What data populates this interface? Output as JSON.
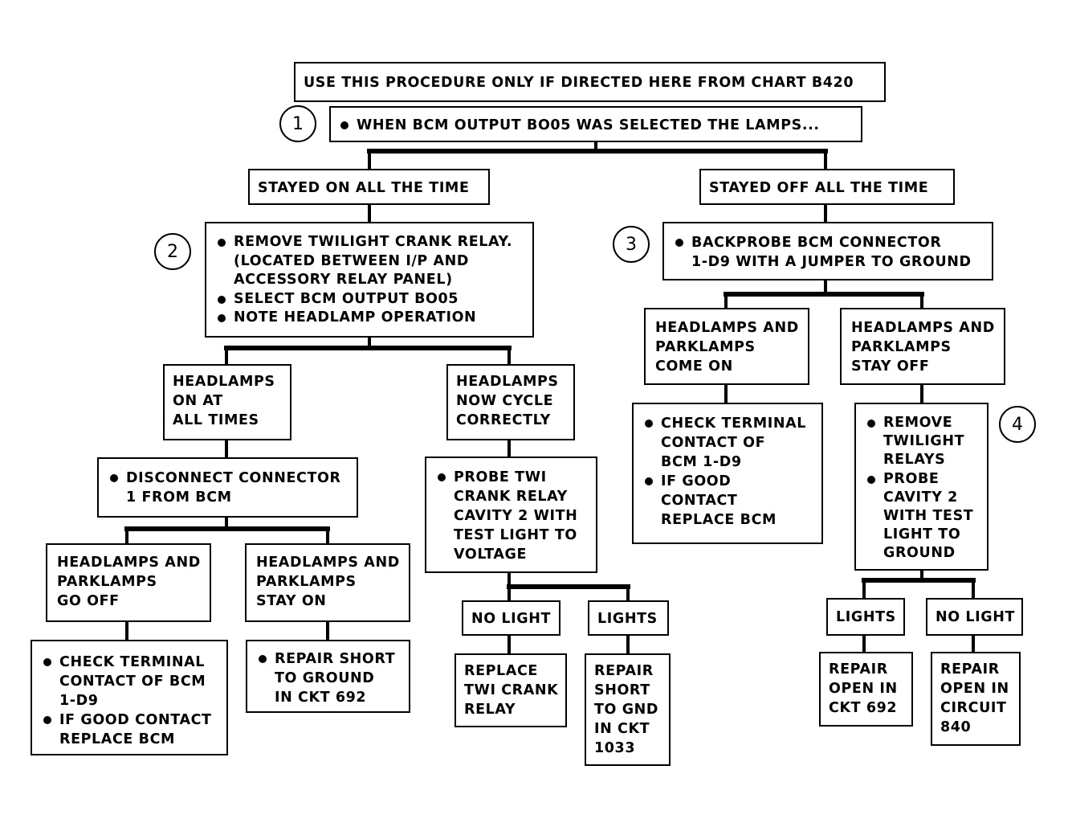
{
  "header": "USE THIS PROCEDURE ONLY IF DIRECTED HERE FROM CHART B420",
  "step_markers": [
    "1",
    "2",
    "3",
    "4"
  ],
  "step1": "WHEN BCM OUTPUT BO05 WAS SELECTED THE LAMPS...",
  "stayed_on": "STAYED ON ALL THE TIME",
  "stayed_off": "STAYED OFF ALL THE TIME",
  "step2": {
    "item1": [
      "REMOVE TWILIGHT CRANK RELAY.",
      "(LOCATED BETWEEN I/P AND",
      "ACCESSORY RELAY PANEL)"
    ],
    "item2": "SELECT BCM OUTPUT BO05",
    "item3": "NOTE HEADLAMP OPERATION"
  },
  "on_at_all_times": [
    "HEADLAMPS",
    "ON AT",
    "ALL TIMES"
  ],
  "now_cycle": [
    "HEADLAMPS",
    "NOW CYCLE",
    "CORRECTLY"
  ],
  "disconnect": [
    "DISCONNECT CONNECTOR",
    "1 FROM BCM"
  ],
  "hp_go_off": [
    "HEADLAMPS AND",
    "PARKLAMPS",
    "GO OFF"
  ],
  "hp_stay_on": [
    "HEADLAMPS AND",
    "PARKLAMPS",
    "STAY ON"
  ],
  "check_left": {
    "item1": [
      "CHECK TERMINAL",
      "CONTACT OF BCM",
      "1-D9"
    ],
    "item2": [
      "IF GOOD CONTACT",
      "REPLACE BCM"
    ]
  },
  "repair_short_692": [
    "REPAIR SHORT",
    "TO GROUND",
    "IN CKT 692"
  ],
  "probe_twi": [
    "PROBE TWI",
    "CRANK RELAY",
    "CAVITY 2 WITH",
    "TEST LIGHT TO",
    "VOLTAGE"
  ],
  "no_light_mid": "NO LIGHT",
  "lights_mid": "LIGHTS",
  "replace_twi": [
    "REPLACE",
    "TWI CRANK",
    "RELAY"
  ],
  "repair_short_1033": [
    "REPAIR",
    "SHORT",
    "TO GND",
    "IN CKT",
    "1033"
  ],
  "step3": [
    "BACKPROBE BCM CONNECTOR",
    "1-D9 WITH A JUMPER TO GROUND"
  ],
  "hp_come_on": [
    "HEADLAMPS AND",
    "PARKLAMPS",
    "COME ON"
  ],
  "hp_stay_off": [
    "HEADLAMPS AND",
    "PARKLAMPS",
    "STAY OFF"
  ],
  "check_right": {
    "item1": [
      "CHECK TERMINAL",
      "CONTACT OF",
      "BCM 1-D9"
    ],
    "item2": [
      "IF GOOD",
      "CONTACT",
      "REPLACE BCM"
    ]
  },
  "step4": {
    "item1": [
      "REMOVE",
      "TWILIGHT",
      "RELAYS"
    ],
    "item2": [
      "PROBE",
      "CAVITY 2",
      "WITH TEST",
      "LIGHT TO",
      "GROUND"
    ]
  },
  "lights_right": "LIGHTS",
  "no_light_right": "NO LIGHT",
  "repair_open_692": [
    "REPAIR",
    "OPEN IN",
    "CKT 692"
  ],
  "repair_open_840": [
    "REPAIR",
    "OPEN IN",
    "CIRCUIT",
    "840"
  ]
}
